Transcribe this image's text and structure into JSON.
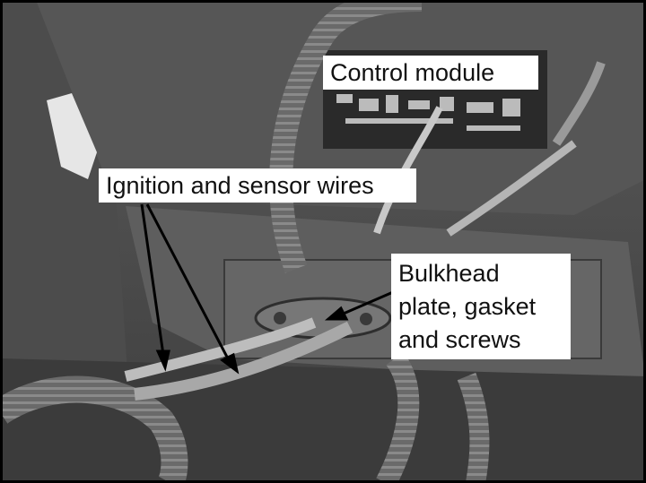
{
  "labels": {
    "control_module": "Control module",
    "ignition_wires": "Ignition and sensor wires",
    "bulkhead": "Bulkhead\nplate, gasket\nand screws"
  },
  "colors": {
    "background": "#4a4a4a",
    "label_bg": "#ffffff",
    "label_text": "#111111",
    "frame": "#000000"
  }
}
